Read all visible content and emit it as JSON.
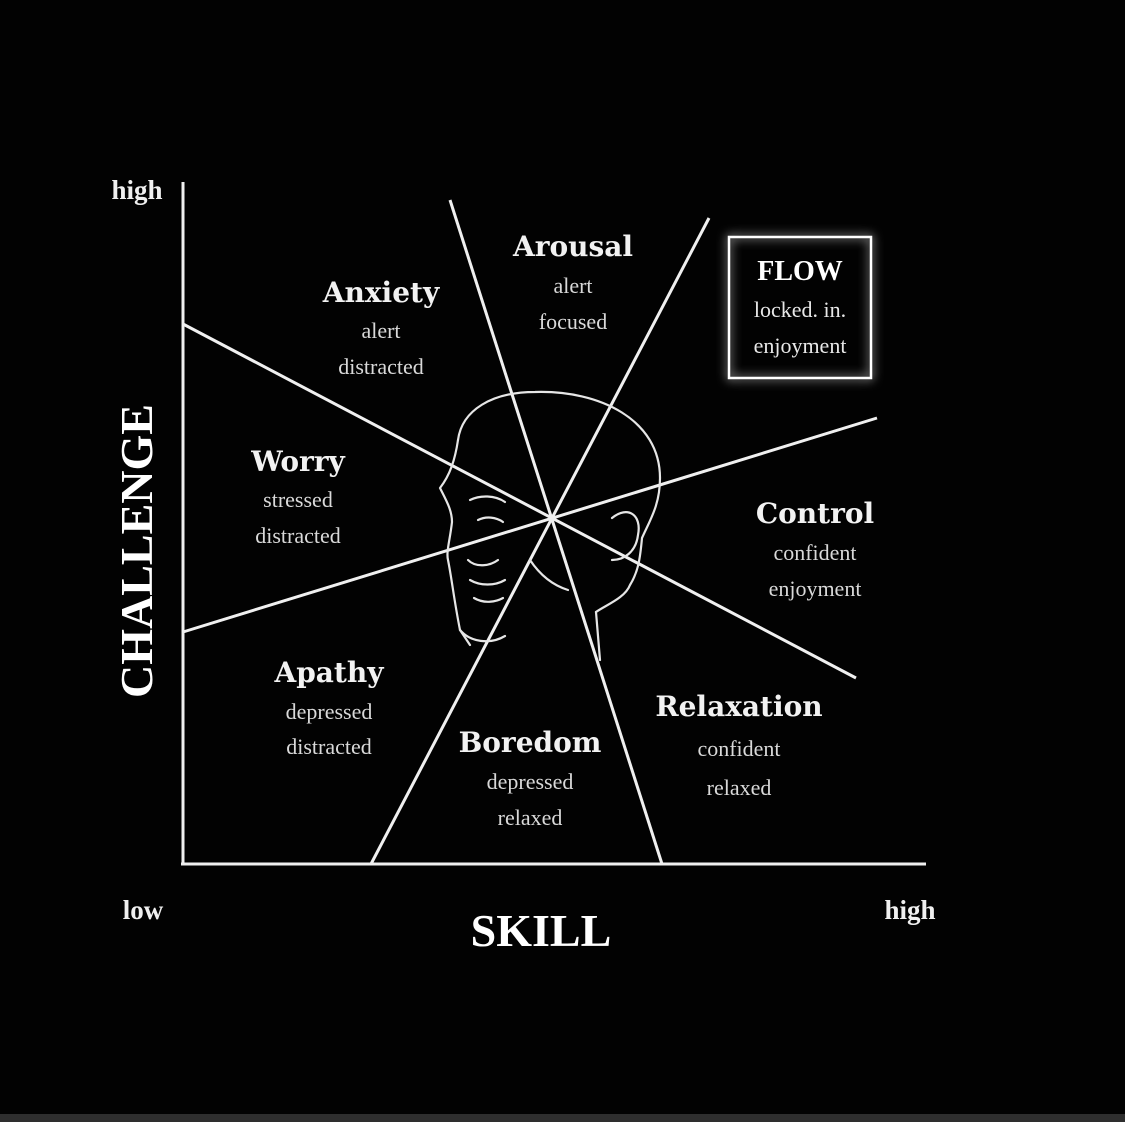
{
  "axes": {
    "y_title": "CHALLENGE",
    "x_title": "SKILL",
    "y_high": "high",
    "x_low": "low",
    "x_high": "high"
  },
  "states": [
    {
      "name": "Arousal",
      "line1": "alert",
      "line2": "focused"
    },
    {
      "name": "Anxiety",
      "line1": "alert",
      "line2": "distracted"
    },
    {
      "name": "Worry",
      "line1": "stressed",
      "line2": "distracted"
    },
    {
      "name": "Apathy",
      "line1": "depressed",
      "line2": "distracted"
    },
    {
      "name": "Boredom",
      "line1": "depressed",
      "line2": "relaxed"
    },
    {
      "name": "Relaxation",
      "line1": "confident",
      "line2": "relaxed"
    },
    {
      "name": "Control",
      "line1": "confident",
      "line2": "enjoyment"
    }
  ],
  "flow": {
    "name": "FLOW",
    "line1": "locked. in.",
    "line2": "enjoyment"
  },
  "icons": {
    "center": "head-outline-icon"
  },
  "colors": {
    "background": "#020202",
    "ink": "#f0f0f0"
  }
}
